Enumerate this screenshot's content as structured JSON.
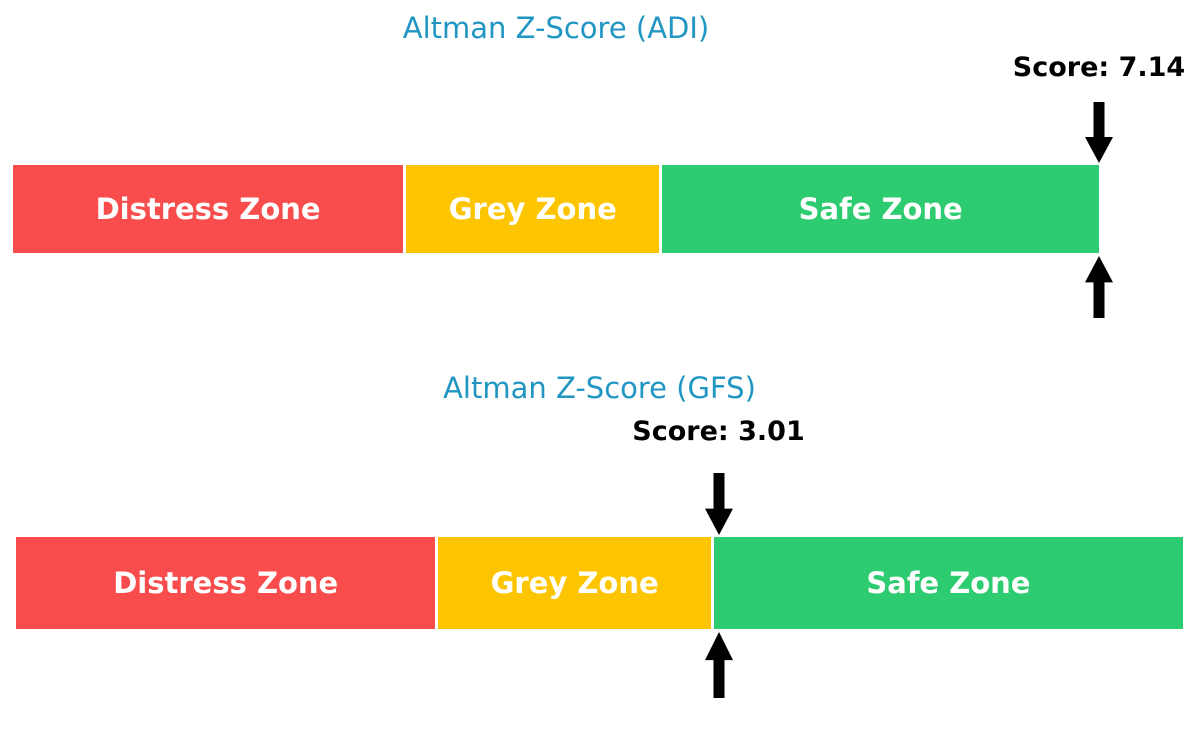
{
  "page": {
    "background": "#ffffff"
  },
  "chart_data": [
    {
      "type": "bar",
      "variant": "zone-gauge",
      "title": "Altman Z-Score (ADI)",
      "title_color": "#2196C3",
      "score": 7.14,
      "score_label": "Score: 7.14",
      "axis_range": [
        0,
        5
      ],
      "zones": [
        {
          "label": "Distress Zone",
          "range": [
            0,
            1.81
          ],
          "color": "#F94D4D"
        },
        {
          "label": "Grey Zone",
          "range": [
            1.81,
            2.99
          ],
          "color": "#FDC500"
        },
        {
          "label": "Safe Zone",
          "range": [
            2.99,
            5
          ],
          "color": "#2ECC71"
        }
      ],
      "marker": {
        "shape": "double-arrow",
        "color": "#000000"
      }
    },
    {
      "type": "bar",
      "variant": "zone-gauge",
      "title": "Altman Z-Score (GFS)",
      "title_color": "#2196C3",
      "score": 3.01,
      "score_label": "Score: 3.01",
      "axis_range": [
        0,
        5
      ],
      "zones": [
        {
          "label": "Distress Zone",
          "range": [
            0,
            1.81
          ],
          "color": "#F94D4D"
        },
        {
          "label": "Grey Zone",
          "range": [
            1.81,
            2.99
          ],
          "color": "#FDC500"
        },
        {
          "label": "Safe Zone",
          "range": [
            2.99,
            5
          ],
          "color": "#2ECC71"
        }
      ],
      "marker": {
        "shape": "double-arrow",
        "color": "#000000"
      }
    }
  ]
}
